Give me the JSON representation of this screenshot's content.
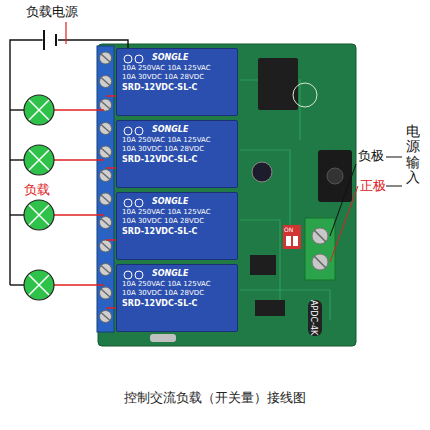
{
  "diagram": {
    "caption": "控制交流负载（开关量）接线图",
    "nodes": [
      {
        "text": [
          "SONGLE",
          "10A 250VAC 10A 125VAC",
          "10A 30VDC 10A 28VDC",
          "SRD-12VDC-SL-C"
        ]
      },
      {
        "text": [
          "SONGLE",
          "10A 250VAC 10A 125VAC",
          "10A 30VDC 10A 28VDC",
          "SRD-12VDC-SL-C"
        ]
      },
      {
        "text": [
          "SONGLE",
          "10A 250VAC 10A 125VAC",
          "10A 30VDC 10A 28VDC",
          "SRD-12VDC-SL-C"
        ]
      },
      {
        "text": [
          "SONGLE",
          "10A 250VAC 10A 125VAC",
          "10A 30VDC 10A 28VDC",
          "SRD-12VDC-SL-C"
        ]
      }
    ],
    "edges": [],
    "labels": [
      "负载电源",
      "负载",
      "负极",
      "正极",
      "电源输入",
      "APDC-4K",
      "ON"
    ]
  }
}
